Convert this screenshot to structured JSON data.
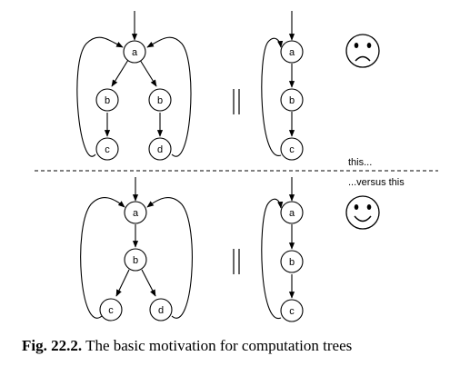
{
  "top_section": {
    "left_tree": {
      "a": "a",
      "b1": "b",
      "b2": "b",
      "c": "c",
      "d": "d"
    },
    "right_chain": {
      "a": "a",
      "b": "b",
      "c": "c"
    },
    "note": "this...",
    "face": "sad"
  },
  "bottom_section": {
    "left_tree": {
      "a": "a",
      "b": "b",
      "c": "c",
      "d": "d"
    },
    "right_chain": {
      "a": "a",
      "b": "b",
      "c": "c"
    },
    "note": "...versus this",
    "face": "happy"
  },
  "caption": {
    "label": "Fig. 22.2.",
    "text": "The basic motivation for computation trees"
  }
}
